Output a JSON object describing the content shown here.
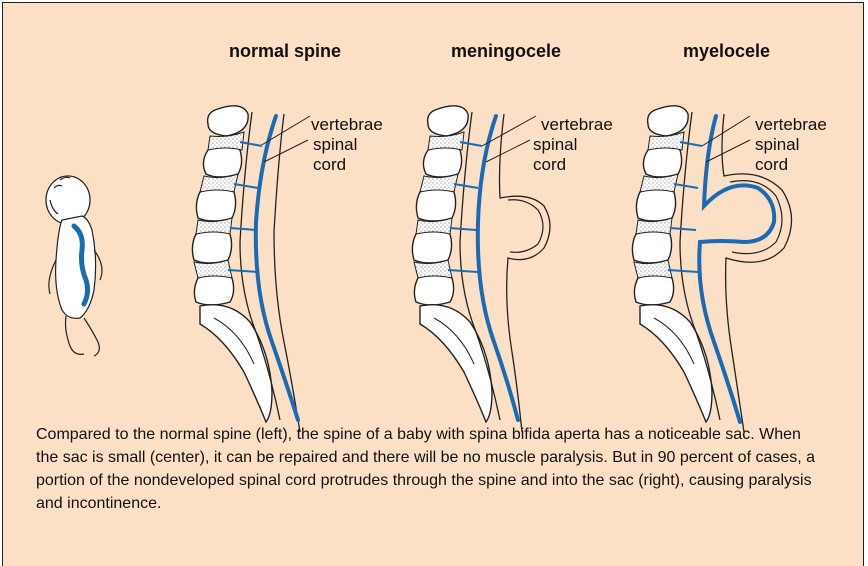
{
  "panels": [
    {
      "title": "normal spine",
      "label_vertebrae": "vertebrae",
      "label_cord_1": "spinal",
      "label_cord_2": "cord"
    },
    {
      "title": "meningocele",
      "label_vertebrae": "vertebrae",
      "label_cord_1": "spinal",
      "label_cord_2": "cord"
    },
    {
      "title": "myelocele",
      "label_vertebrae": "vertebrae",
      "label_cord_1": "spinal",
      "label_cord_2": "cord"
    }
  ],
  "caption": "Compared to the normal spine (left), the spine of a baby with spina bifida aperta has a noticeable sac. When the sac is small (center), it can be repaired and there will be no muscle paralysis. But in 90 percent of cases, a portion of the nondeveloped spinal cord protrudes through the spine and into the sac (right), causing paralysis and incontinence.",
  "colors": {
    "background": "#fbe0c6",
    "cord": "#1a6bb5",
    "outline": "#222222",
    "disc_fill": "#ffffff"
  },
  "icons": [
    "baby-illustration",
    "spine-normal",
    "spine-meningocele",
    "spine-myelocele"
  ]
}
